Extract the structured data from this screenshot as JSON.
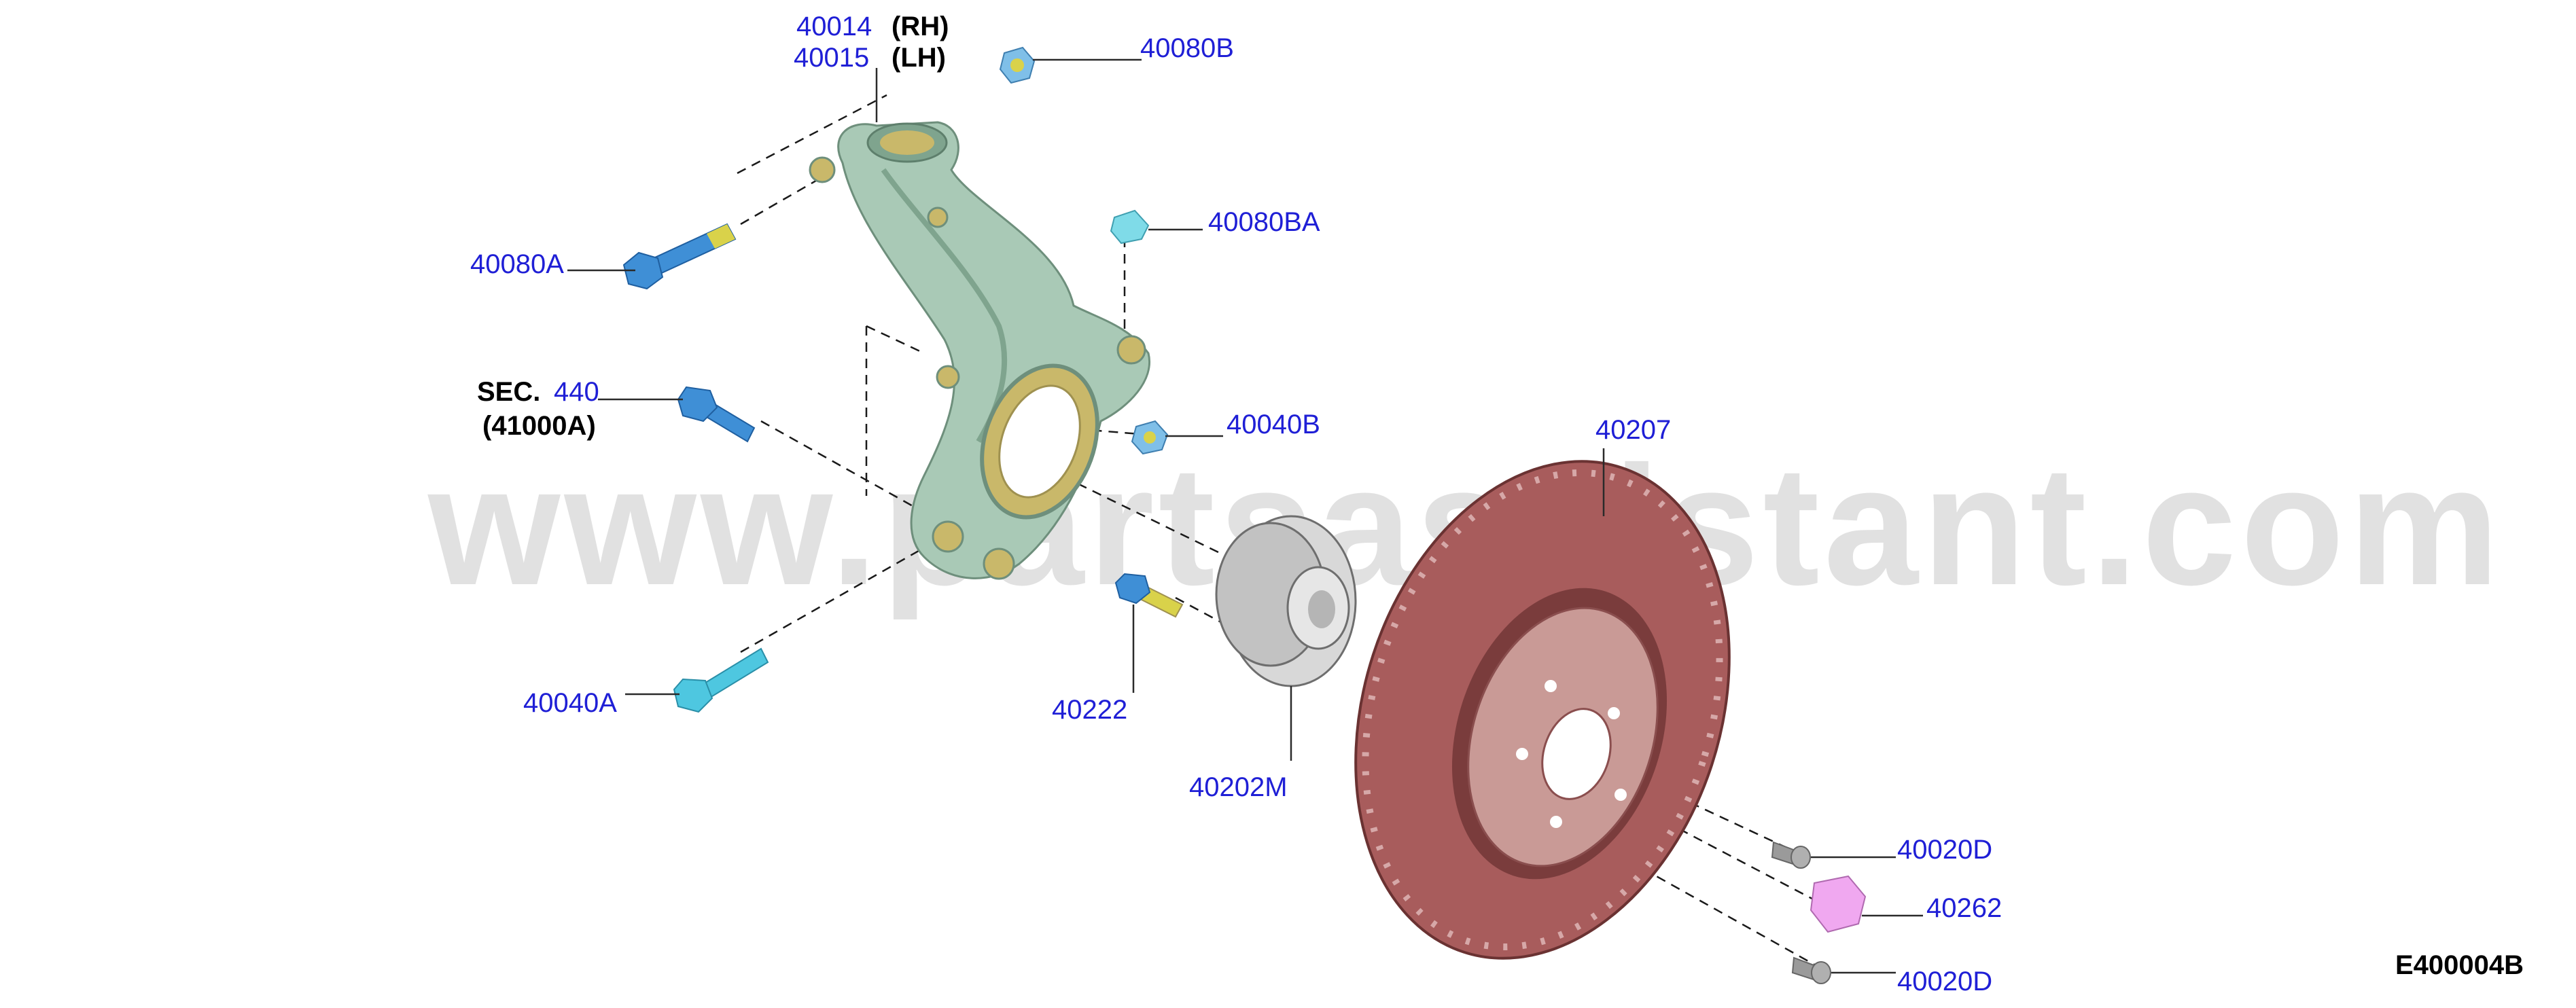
{
  "watermark": "www.partsassistant.com",
  "diagram_code": "E400004B",
  "labels": {
    "p40014": "40014",
    "rh": "(RH)",
    "p40015": "40015",
    "lh": "(LH)",
    "p40080B": "40080B",
    "p40080BA": "40080BA",
    "p40080A": "40080A",
    "sec": "SEC.",
    "p440": "440",
    "p41000A": "(41000A)",
    "p40040B": "40040B",
    "p40207": "40207",
    "p40040A": "40040A",
    "p40222": "40222",
    "p40202M": "40202M",
    "p40020D_top": "40020D",
    "p40262": "40262",
    "p40020D_bottom": "40020D"
  },
  "colors": {
    "label_blue": "#1f1fd6",
    "knuckle": "#a9c9b6",
    "knuckle_dark": "#7fa48e",
    "knuckle_bore": "#c9b86a",
    "bolt_blue": "#3f8fd6",
    "bolt_tip": "#d9d24a",
    "rotor": "#a85c5c",
    "rotor_dark": "#7a3c3c",
    "rotor_hat": "#c99a96",
    "hub": "#cfcfcf",
    "nut_pink": "#f0a8f0",
    "screw_gray": "#9a9a9a"
  }
}
